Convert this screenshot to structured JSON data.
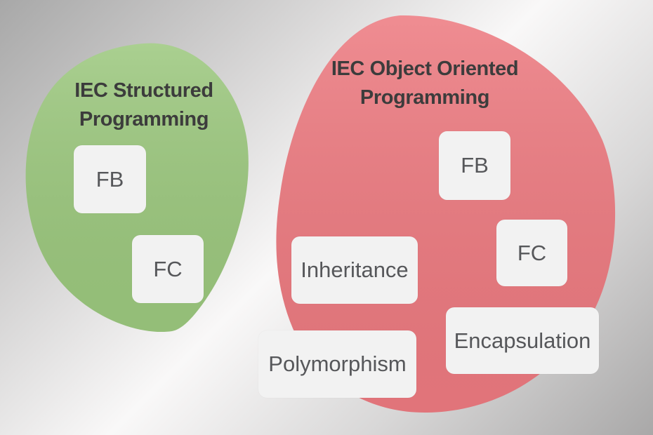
{
  "colors": {
    "background_dark_gray": "#a8a8a8",
    "background_light": "#f9f8f8",
    "structured_blob": "#9cc87e",
    "oop_blob": "#ed7a80",
    "card_background": "#f2f2f2",
    "card_text": "#56575a",
    "title_text": "#3c3c3c"
  },
  "diagram": {
    "structured": {
      "title": "IEC Structured Programming",
      "title_lines": [
        "IEC Structured",
        "Programming"
      ],
      "items": [
        {
          "label": "FB"
        },
        {
          "label": "FC"
        }
      ]
    },
    "oop": {
      "title": "IEC Object Oriented Programming",
      "title_lines": [
        "IEC Object Oriented",
        "Programming"
      ],
      "items": [
        {
          "label": "FB"
        },
        {
          "label": "FC"
        },
        {
          "label": "Inheritance"
        },
        {
          "label": "Encapsulation"
        },
        {
          "label": "Polymorphism"
        }
      ]
    }
  }
}
